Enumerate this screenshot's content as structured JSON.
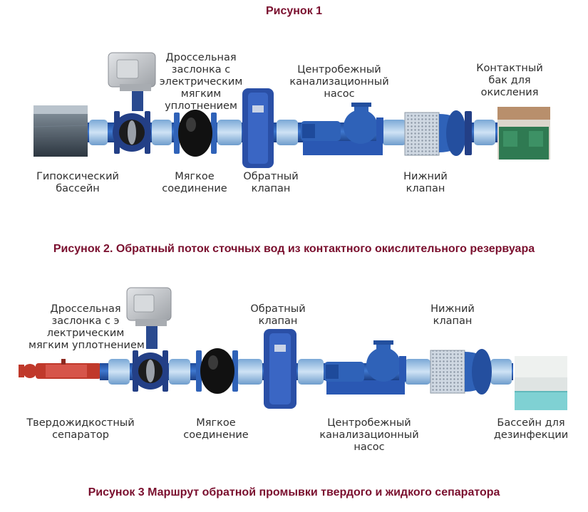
{
  "figure1": {
    "title": "Рисунок 1",
    "labels": {
      "butterfly_valve": [
        "Дроссельная",
        "заслонка с",
        "электрическим",
        "мягким",
        "уплотнением"
      ],
      "centrifugal_pump": [
        "Центробежный",
        "канализационный",
        "насос"
      ],
      "contact_tank": [
        "Контактный",
        "бак для",
        "окисления"
      ],
      "hypoxic_pool": [
        "Гипоксический",
        "бассейн"
      ],
      "soft_joint": [
        "Мягкое",
        "соединение"
      ],
      "check_valve": [
        "Обратный",
        "клапан"
      ],
      "foot_valve": [
        "Нижний",
        "клапан"
      ]
    }
  },
  "figure2": {
    "title": "Рисунок 2. Обратный поток сточных вод из контактного окислительного резервуара",
    "labels": {
      "butterfly_valve": [
        "Дроссельная",
        "заслонка с э",
        "лектрическим",
        "мягким уплотнением"
      ],
      "check_valve": [
        "Обратный",
        "клапан"
      ],
      "foot_valve": [
        "Нижний",
        "клапан"
      ],
      "separator": [
        "Твердожидкостный",
        "сепаратор"
      ],
      "soft_joint": [
        "Мягкое",
        "соединение"
      ],
      "centrifugal_pump": [
        "Центробежный",
        "канализационный",
        "насос"
      ],
      "disinfection_pool": [
        "Бассейн для",
        "дезинфекции"
      ]
    }
  },
  "figure3": {
    "title": "Рисунок 3 Маршрут обратной промывки твердого и жидкого сепаратора"
  },
  "colors": {
    "caption": "#7a0f2e",
    "pipe_blue": "#2f62b8",
    "pipe_light": "#9ec4e6",
    "valve_dark": "#233f86",
    "actuator_grey": "#b9bcc0",
    "tank_green": "#2f7a52",
    "separator_red": "#c0392b"
  }
}
